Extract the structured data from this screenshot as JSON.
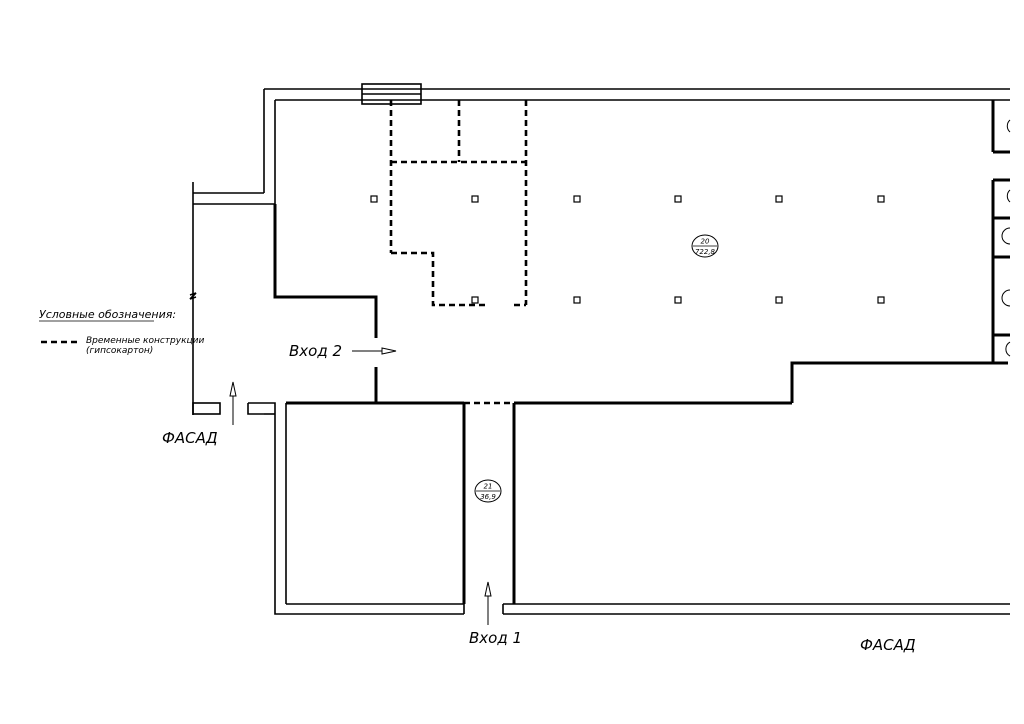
{
  "labels": {
    "entrance_2": "Вход 2",
    "entrance_1": "Вход 1",
    "facade_left": "ФАСАД",
    "facade_bottom": "ФАСАД"
  },
  "rooms": [
    {
      "number": "20",
      "area": "722,8"
    },
    {
      "number": "21",
      "area": "36,9"
    }
  ],
  "legend": {
    "title": "Условные обозначения:",
    "items": [
      {
        "line1": "Временные конструкции",
        "line2": "(гипсокартон)"
      }
    ]
  }
}
